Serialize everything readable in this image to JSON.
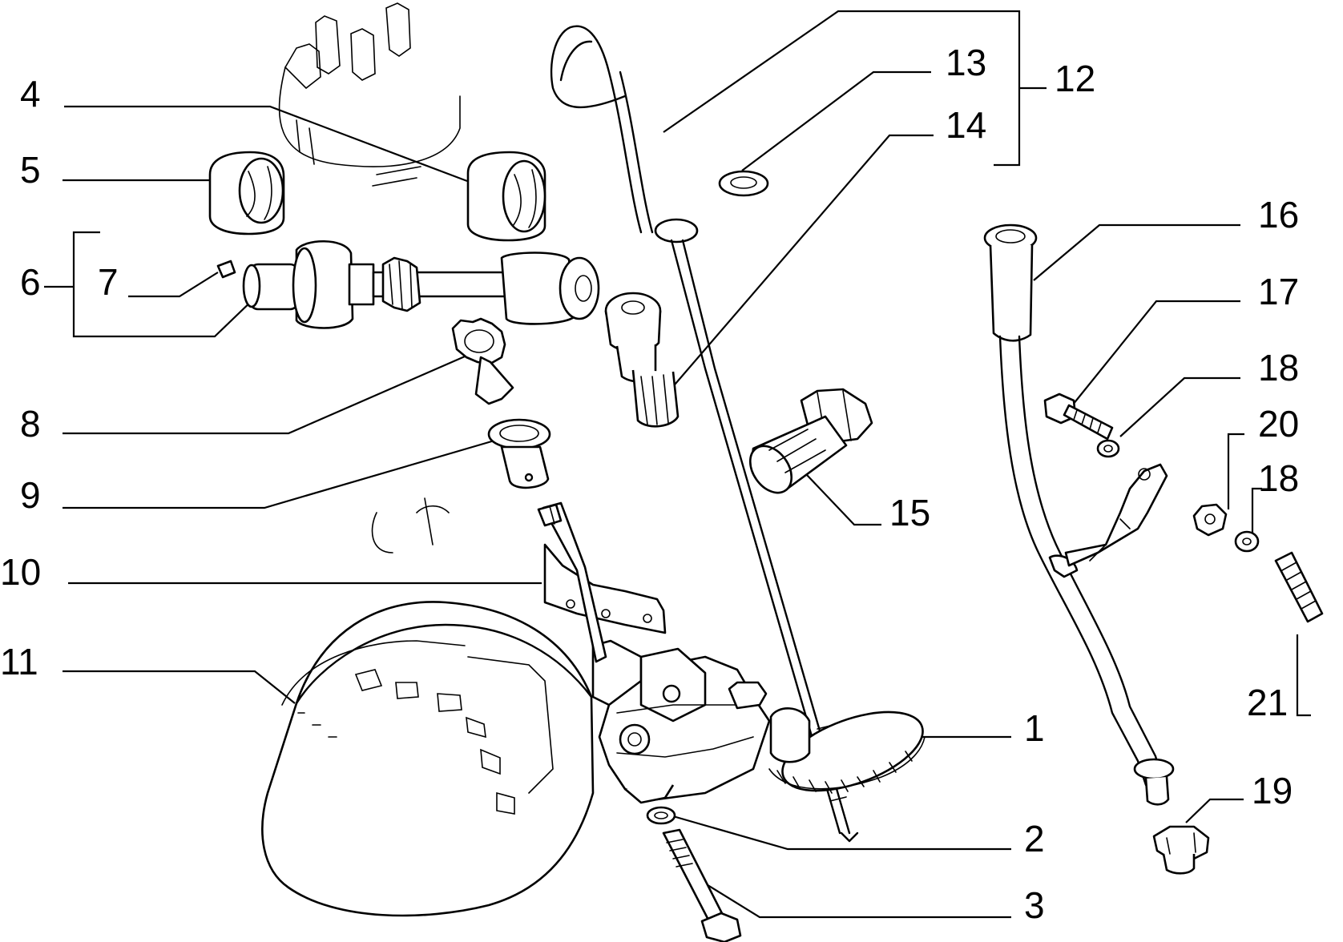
{
  "callouts": [
    {
      "id": "1",
      "text": "1"
    },
    {
      "id": "2",
      "text": "2"
    },
    {
      "id": "3",
      "text": "3"
    },
    {
      "id": "4",
      "text": "4"
    },
    {
      "id": "5",
      "text": "5"
    },
    {
      "id": "6",
      "text": "6"
    },
    {
      "id": "7",
      "text": "7"
    },
    {
      "id": "8",
      "text": "8"
    },
    {
      "id": "9",
      "text": "9"
    },
    {
      "id": "10",
      "text": "10"
    },
    {
      "id": "11",
      "text": "11"
    },
    {
      "id": "12",
      "text": "12"
    },
    {
      "id": "13",
      "text": "13"
    },
    {
      "id": "14",
      "text": "14"
    },
    {
      "id": "15",
      "text": "15"
    },
    {
      "id": "16",
      "text": "16"
    },
    {
      "id": "17",
      "text": "17"
    },
    {
      "id": "18a",
      "text": "18"
    },
    {
      "id": "18b",
      "text": "18"
    },
    {
      "id": "19",
      "text": "19"
    },
    {
      "id": "20",
      "text": "20"
    },
    {
      "id": "21",
      "text": "21"
    }
  ]
}
